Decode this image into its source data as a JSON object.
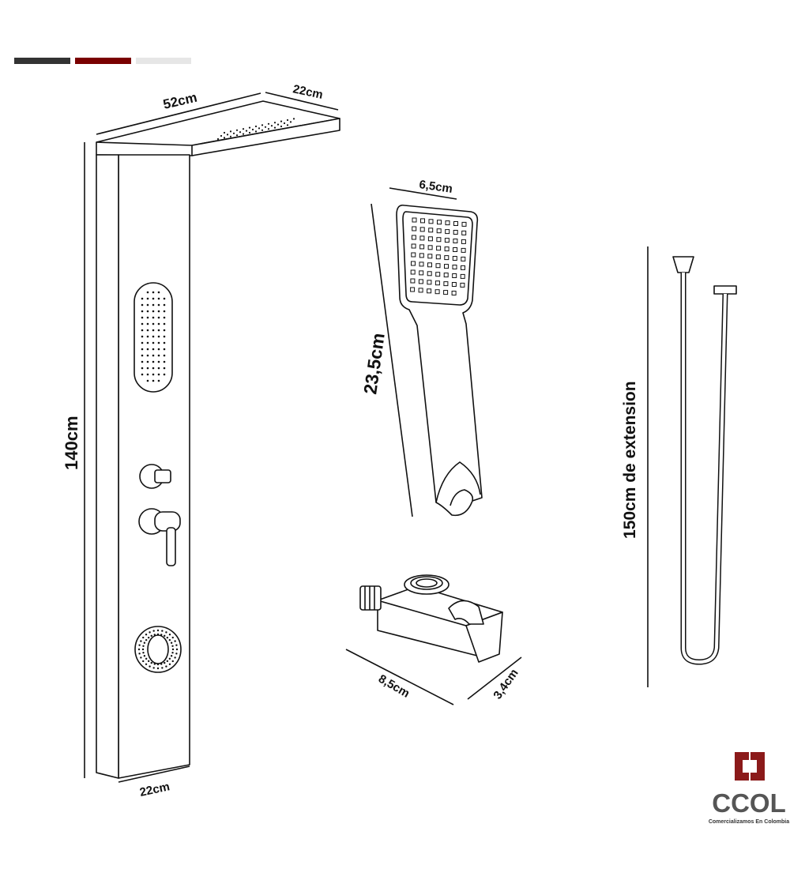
{
  "colors": {
    "bar_dark": "#333333",
    "bar_red": "#7a0000",
    "bar_light": "#e6e6e6",
    "brand_red": "#8b1a1a",
    "brand_gray": "#555555"
  },
  "panel": {
    "width_top": "52cm",
    "depth_top": "22cm",
    "height": "140cm",
    "width_bottom": "22cm"
  },
  "hand_shower": {
    "width": "6,5cm",
    "length": "23,5cm"
  },
  "holder": {
    "length": "8,5cm",
    "depth": "3,4cm"
  },
  "hose": {
    "label": "150cm de extension"
  },
  "logo": {
    "name": "CCOL",
    "tagline": "Comercializamos En Colombia"
  }
}
